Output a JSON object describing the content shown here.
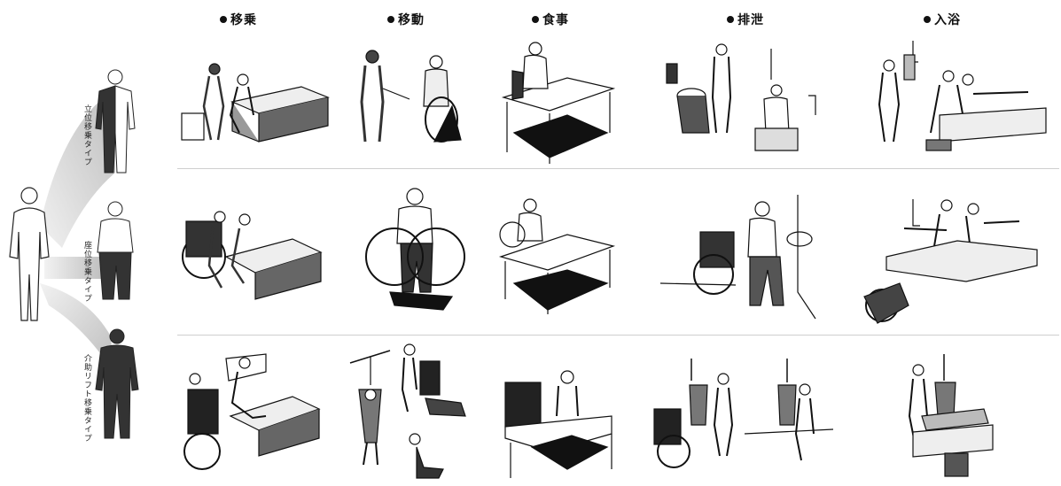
{
  "columns": [
    {
      "label": "移乗"
    },
    {
      "label": "移動"
    },
    {
      "label": "食事"
    },
    {
      "label": "排泄"
    },
    {
      "label": "入浴"
    }
  ],
  "rows": [
    {
      "label": "立位移乗タイプ"
    },
    {
      "label": "座位移乗タイプ"
    },
    {
      "label": "介助リフト移乗タイプ"
    }
  ]
}
